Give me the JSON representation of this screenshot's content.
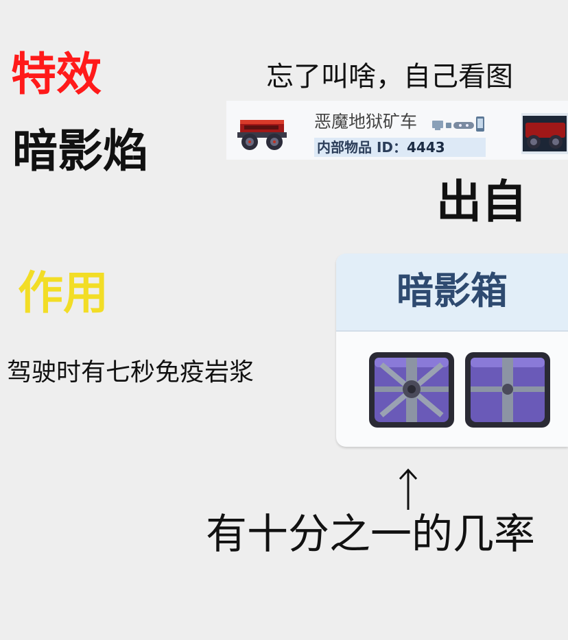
{
  "effect": {
    "heading": "特效",
    "name": "暗影焰"
  },
  "note": {
    "forgot": "忘了叫啥，自己看图"
  },
  "item": {
    "name": "恶魔地狱矿车",
    "id_label": "内部物品 ID：",
    "id_value": "4443"
  },
  "source": {
    "heading": "出自"
  },
  "usage": {
    "heading": "作用",
    "description": "驾驶时有七秒免疫岩浆"
  },
  "chest": {
    "title": "暗影箱"
  },
  "chance": {
    "text": "有十分之一的几率"
  },
  "colors": {
    "effect_heading": "#ff1a1a",
    "usage_heading": "#f2dd26",
    "chest_title": "#2e4a70"
  },
  "icons": [
    "minecart-icon",
    "platform-icons",
    "shadow-chest-icon",
    "arrow-up-icon"
  ]
}
